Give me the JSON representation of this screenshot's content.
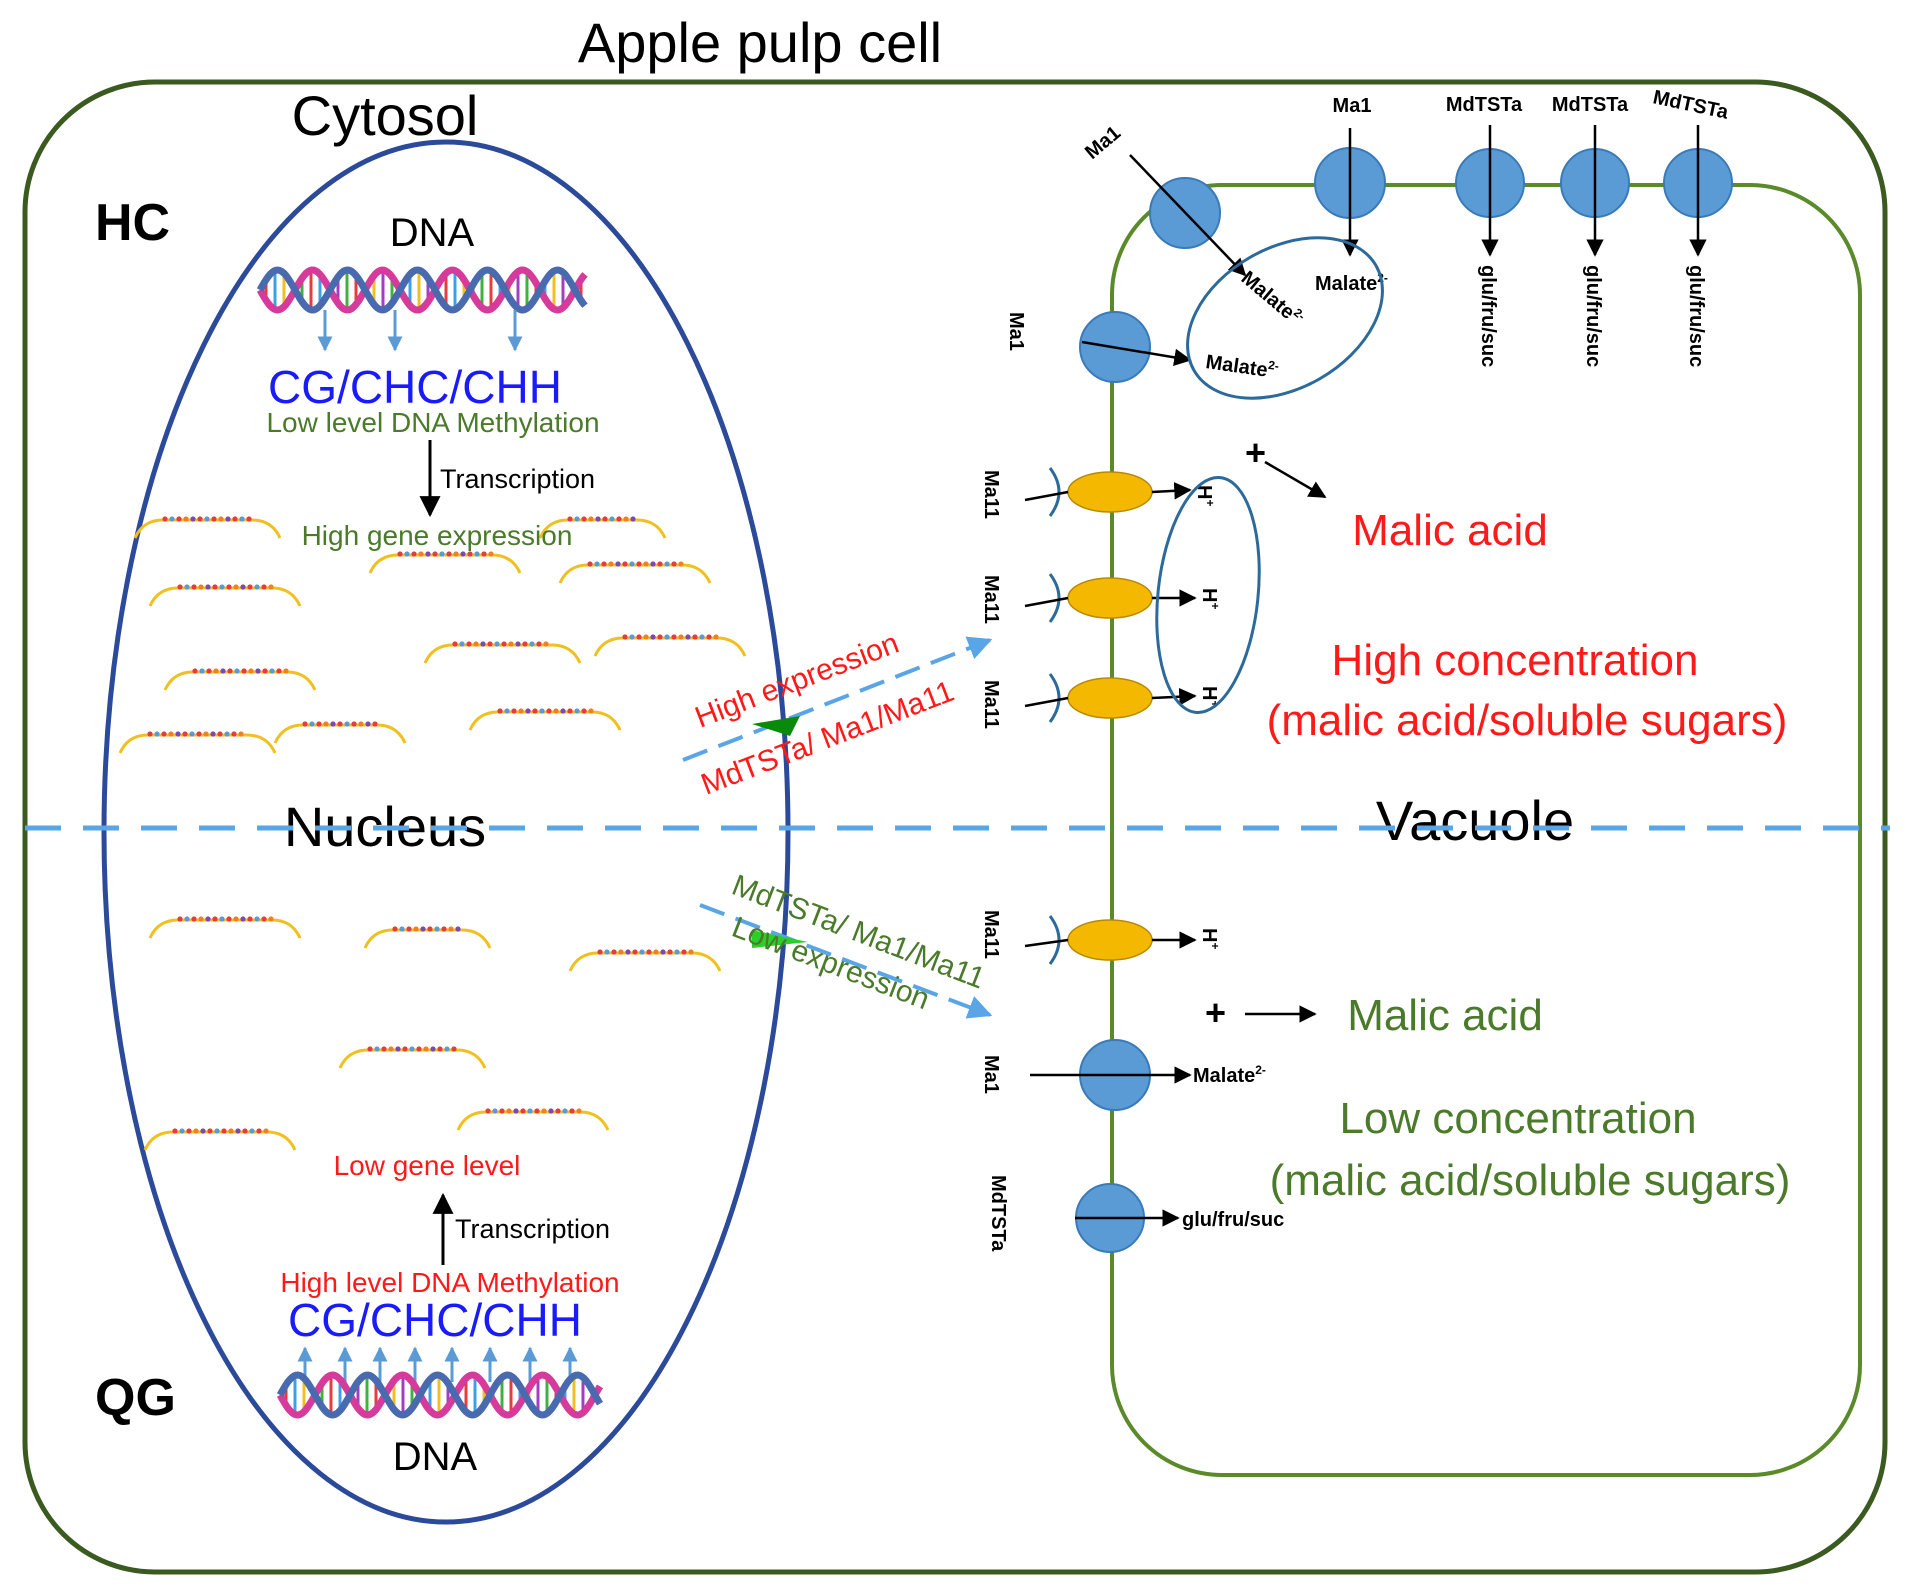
{
  "title": "Apple pulp cell",
  "regions": {
    "cytosol": "Cytosol",
    "nucleus": "Nucleus",
    "vacuole": "Vacuole"
  },
  "groups": {
    "hc": "HC",
    "qg": "QG"
  },
  "hc": {
    "dna": "DNA",
    "sites": "CG/CHC/CHH",
    "methylation": "Low level DNA Methylation",
    "transcription": "Transcription",
    "expression": "High gene expression",
    "arrow_expression": "High expression",
    "arrow_genes": "MdTSTa/ Ma1/Ma11",
    "malic_acid": "Malic acid",
    "concentration_line1": "High concentration",
    "concentration_line2": "(malic acid/soluble sugars)"
  },
  "qg": {
    "dna": "DNA",
    "sites": "CG/CHC/CHH",
    "methylation": "High level DNA Methylation",
    "transcription": "Transcription",
    "gene_level": "Low gene level",
    "arrow_genes": "MdTSTa/ Ma1/Ma11",
    "arrow_expression": "Low expression",
    "malic_acid": "Malic acid",
    "concentration_line1": "Low concentration",
    "concentration_line2": "(malic acid/soluble sugars)"
  },
  "transporters": {
    "ma1": "Ma1",
    "ma11": "Ma11",
    "mdtsta": "MdTSTa",
    "malate": "Malate",
    "charge": "2-",
    "proton": "H",
    "plus": "+",
    "sugars": "glu/fru/suc",
    "op_plus": "+"
  },
  "colors": {
    "cell_wall": "#3a5a1f",
    "tonoplast": "#5a8a2a",
    "nucleus": "#2b4a9a",
    "transporter_ma1": "#5b9bd5",
    "transporter_ma11": "#f5b800",
    "divider": "#5aa5e6",
    "hc_text": "#ff1a1a",
    "qg_text": "#4a7a2a",
    "sites_text": "#1a1aff"
  }
}
